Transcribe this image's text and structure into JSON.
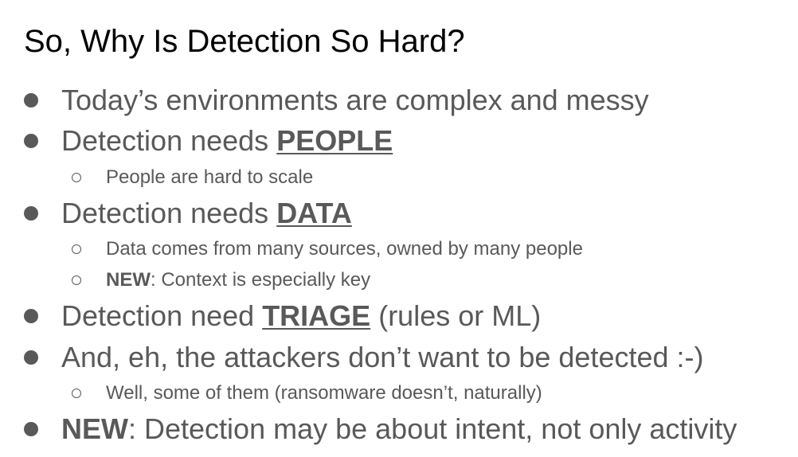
{
  "slide": {
    "title": "So, Why Is Detection So Hard?",
    "bullets": [
      {
        "level": 1,
        "text": "Today’s environments are complex and messy"
      },
      {
        "level": 1,
        "prefix": "Detection needs ",
        "emphasis": "PEOPLE"
      },
      {
        "level": 2,
        "text": "People are hard to scale"
      },
      {
        "level": 1,
        "prefix": "Detection needs ",
        "emphasis": "DATA"
      },
      {
        "level": 2,
        "text": "Data comes from many sources, owned by many people"
      },
      {
        "level": 2,
        "strong": "NEW",
        "suffix": ": Context is especially key"
      },
      {
        "level": 1,
        "prefix": "Detection need ",
        "emphasis": "TRIAGE",
        "suffix": " (rules or ML)"
      },
      {
        "level": 1,
        "text": "And, eh, the attackers don’t want to be detected :-)"
      },
      {
        "level": 2,
        "text": "Well, some of them (ransomware doesn’t, naturally)"
      },
      {
        "level": 1,
        "strong": "NEW",
        "suffix": ": Detection may be about intent, not only activity"
      }
    ]
  },
  "colors": {
    "title": "#000000",
    "body": "#595959",
    "background": "#ffffff"
  }
}
